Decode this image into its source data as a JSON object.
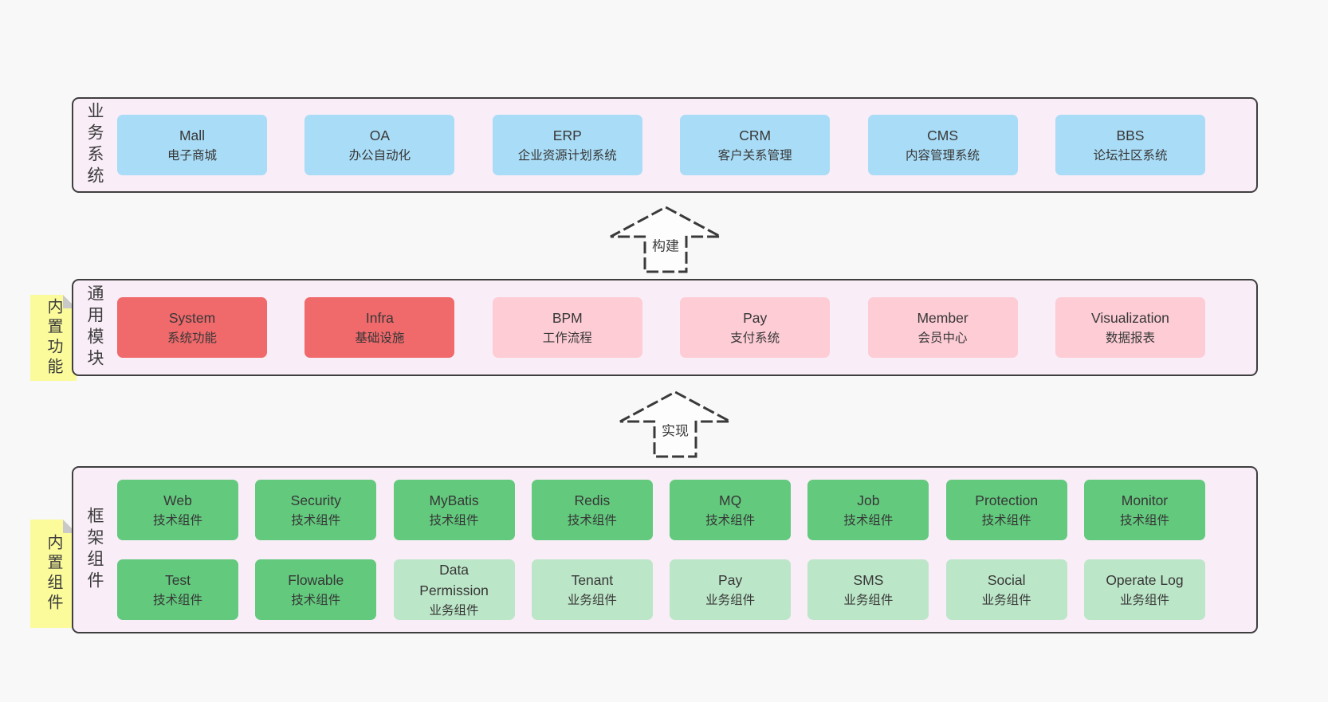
{
  "colors": {
    "background": "#f8f8f8",
    "panel_bg": "#f9edf7",
    "panel_border": "#3f3f3f",
    "text": "#3a3a3a",
    "blue_box": "#a9dcf6",
    "red_box": "#f0696b",
    "pink_box": "#fdccd5",
    "green_box": "#62c97d",
    "light_green_box": "#bce6c8",
    "note_yellow": "#fbfb9c",
    "note_fold_grey": "#c9c9c9"
  },
  "business": {
    "label": "业务系统",
    "boxes": [
      {
        "en": "Mall",
        "zh": "电子商城"
      },
      {
        "en": "OA",
        "zh": "办公自动化"
      },
      {
        "en": "ERP",
        "zh": "企业资源计划系统"
      },
      {
        "en": "CRM",
        "zh": "客户关系管理"
      },
      {
        "en": "CMS",
        "zh": "内容管理系统"
      },
      {
        "en": "BBS",
        "zh": "论坛社区系统"
      }
    ]
  },
  "build_arrow": {
    "label": "构建"
  },
  "modules": {
    "label": "通用模块",
    "note": "内置功能",
    "boxes": [
      {
        "en": "System",
        "zh": "系统功能"
      },
      {
        "en": "Infra",
        "zh": "基础设施"
      },
      {
        "en": "BPM",
        "zh": "工作流程"
      },
      {
        "en": "Pay",
        "zh": "支付系统"
      },
      {
        "en": "Member",
        "zh": "会员中心"
      },
      {
        "en": "Visualization",
        "zh": "数据报表"
      }
    ]
  },
  "implement_arrow": {
    "label": "实现"
  },
  "framework": {
    "label": "框架组件",
    "note": "内置组件",
    "row1": [
      {
        "en": "Web",
        "zh": "技术组件"
      },
      {
        "en": "Security",
        "zh": "技术组件"
      },
      {
        "en": "MyBatis",
        "zh": "技术组件"
      },
      {
        "en": "Redis",
        "zh": "技术组件"
      },
      {
        "en": "MQ",
        "zh": "技术组件"
      },
      {
        "en": "Job",
        "zh": "技术组件"
      },
      {
        "en": "Protection",
        "zh": "技术组件"
      },
      {
        "en": "Monitor",
        "zh": "技术组件"
      }
    ],
    "row2": [
      {
        "en": "Test",
        "zh": "技术组件"
      },
      {
        "en": "Flowable",
        "zh": "技术组件"
      },
      {
        "en": "Data Permission",
        "zh": "业务组件"
      },
      {
        "en": "Tenant",
        "zh": "业务组件"
      },
      {
        "en": "Pay",
        "zh": "业务组件"
      },
      {
        "en": "SMS",
        "zh": "业务组件"
      },
      {
        "en": "Social",
        "zh": "业务组件"
      },
      {
        "en": "Operate Log",
        "zh": "业务组件"
      }
    ]
  }
}
